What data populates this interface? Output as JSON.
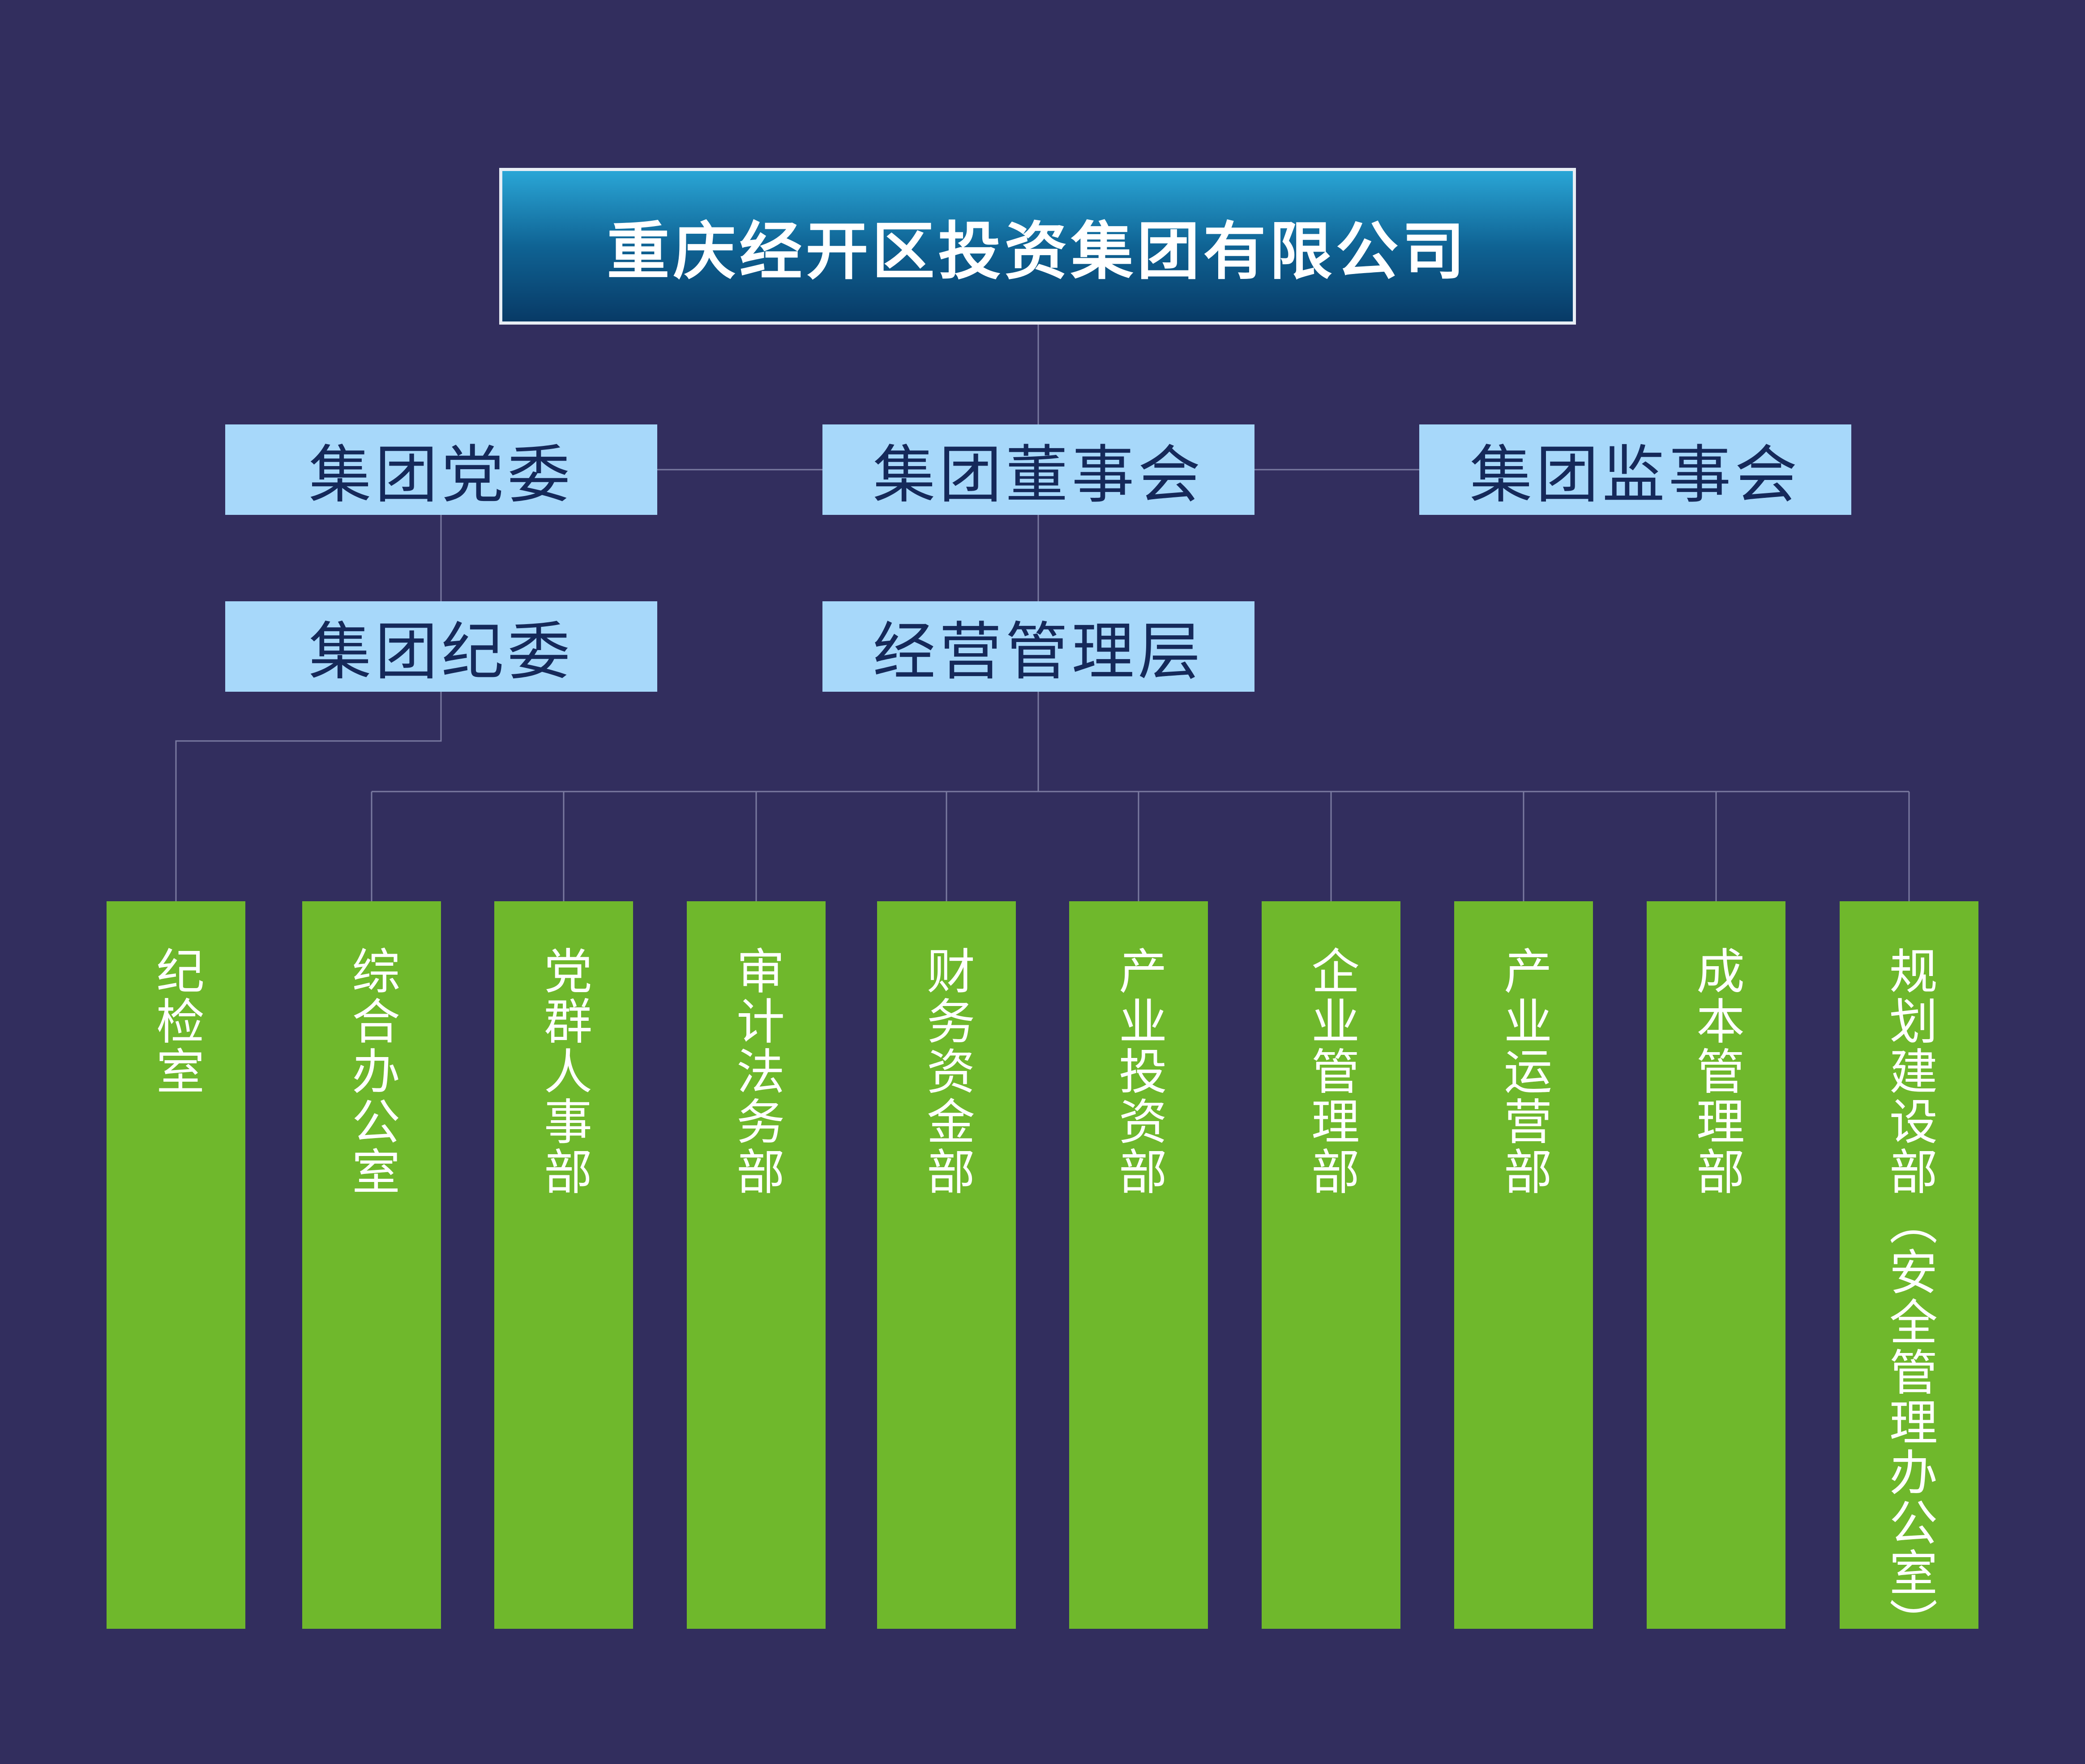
{
  "chart_data": {
    "type": "org-chart",
    "root": "重庆经开区投资集团有限公司",
    "level1": [
      "集团党委",
      "集团董事会",
      "集团监事会"
    ],
    "level2": [
      "集团纪委",
      "经营管理层"
    ],
    "departments": [
      "纪检室",
      "综合办公室",
      "党群人事部",
      "审计法务部",
      "财务资金部",
      "产业投资部",
      "企业管理部",
      "产业运营部",
      "成本管理部",
      "规划建设部（安全管理办公室）"
    ],
    "relations": [
      {
        "from": "重庆经开区投资集团有限公司",
        "to": "集团董事会"
      },
      {
        "from": "集团董事会",
        "to": "集团党委"
      },
      {
        "from": "集团董事会",
        "to": "集团监事会"
      },
      {
        "from": "集团党委",
        "to": "集团纪委"
      },
      {
        "from": "集团董事会",
        "to": "经营管理层"
      },
      {
        "from": "集团纪委",
        "to": "纪检室"
      },
      {
        "from": "经营管理层",
        "to": "综合办公室"
      },
      {
        "from": "经营管理层",
        "to": "党群人事部"
      },
      {
        "from": "经营管理层",
        "to": "审计法务部"
      },
      {
        "from": "经营管理层",
        "to": "财务资金部"
      },
      {
        "from": "经营管理层",
        "to": "产业投资部"
      },
      {
        "from": "经营管理层",
        "to": "企业管理部"
      },
      {
        "from": "经营管理层",
        "to": "产业运营部"
      },
      {
        "from": "经营管理层",
        "to": "成本管理部"
      },
      {
        "from": "经营管理层",
        "to": "规划建设部（安全管理办公室）"
      }
    ]
  },
  "colors": {
    "background": "#322E5E",
    "root_gradient_top": "#2AA6D6",
    "root_gradient_bottom": "#083A66",
    "root_border": "#E8EEF5",
    "level_box": "#A7D8FA",
    "level_text": "#15295A",
    "department_box": "#6FB82C",
    "department_text": "#FFFFFF",
    "connector": "#7A7AA0"
  }
}
